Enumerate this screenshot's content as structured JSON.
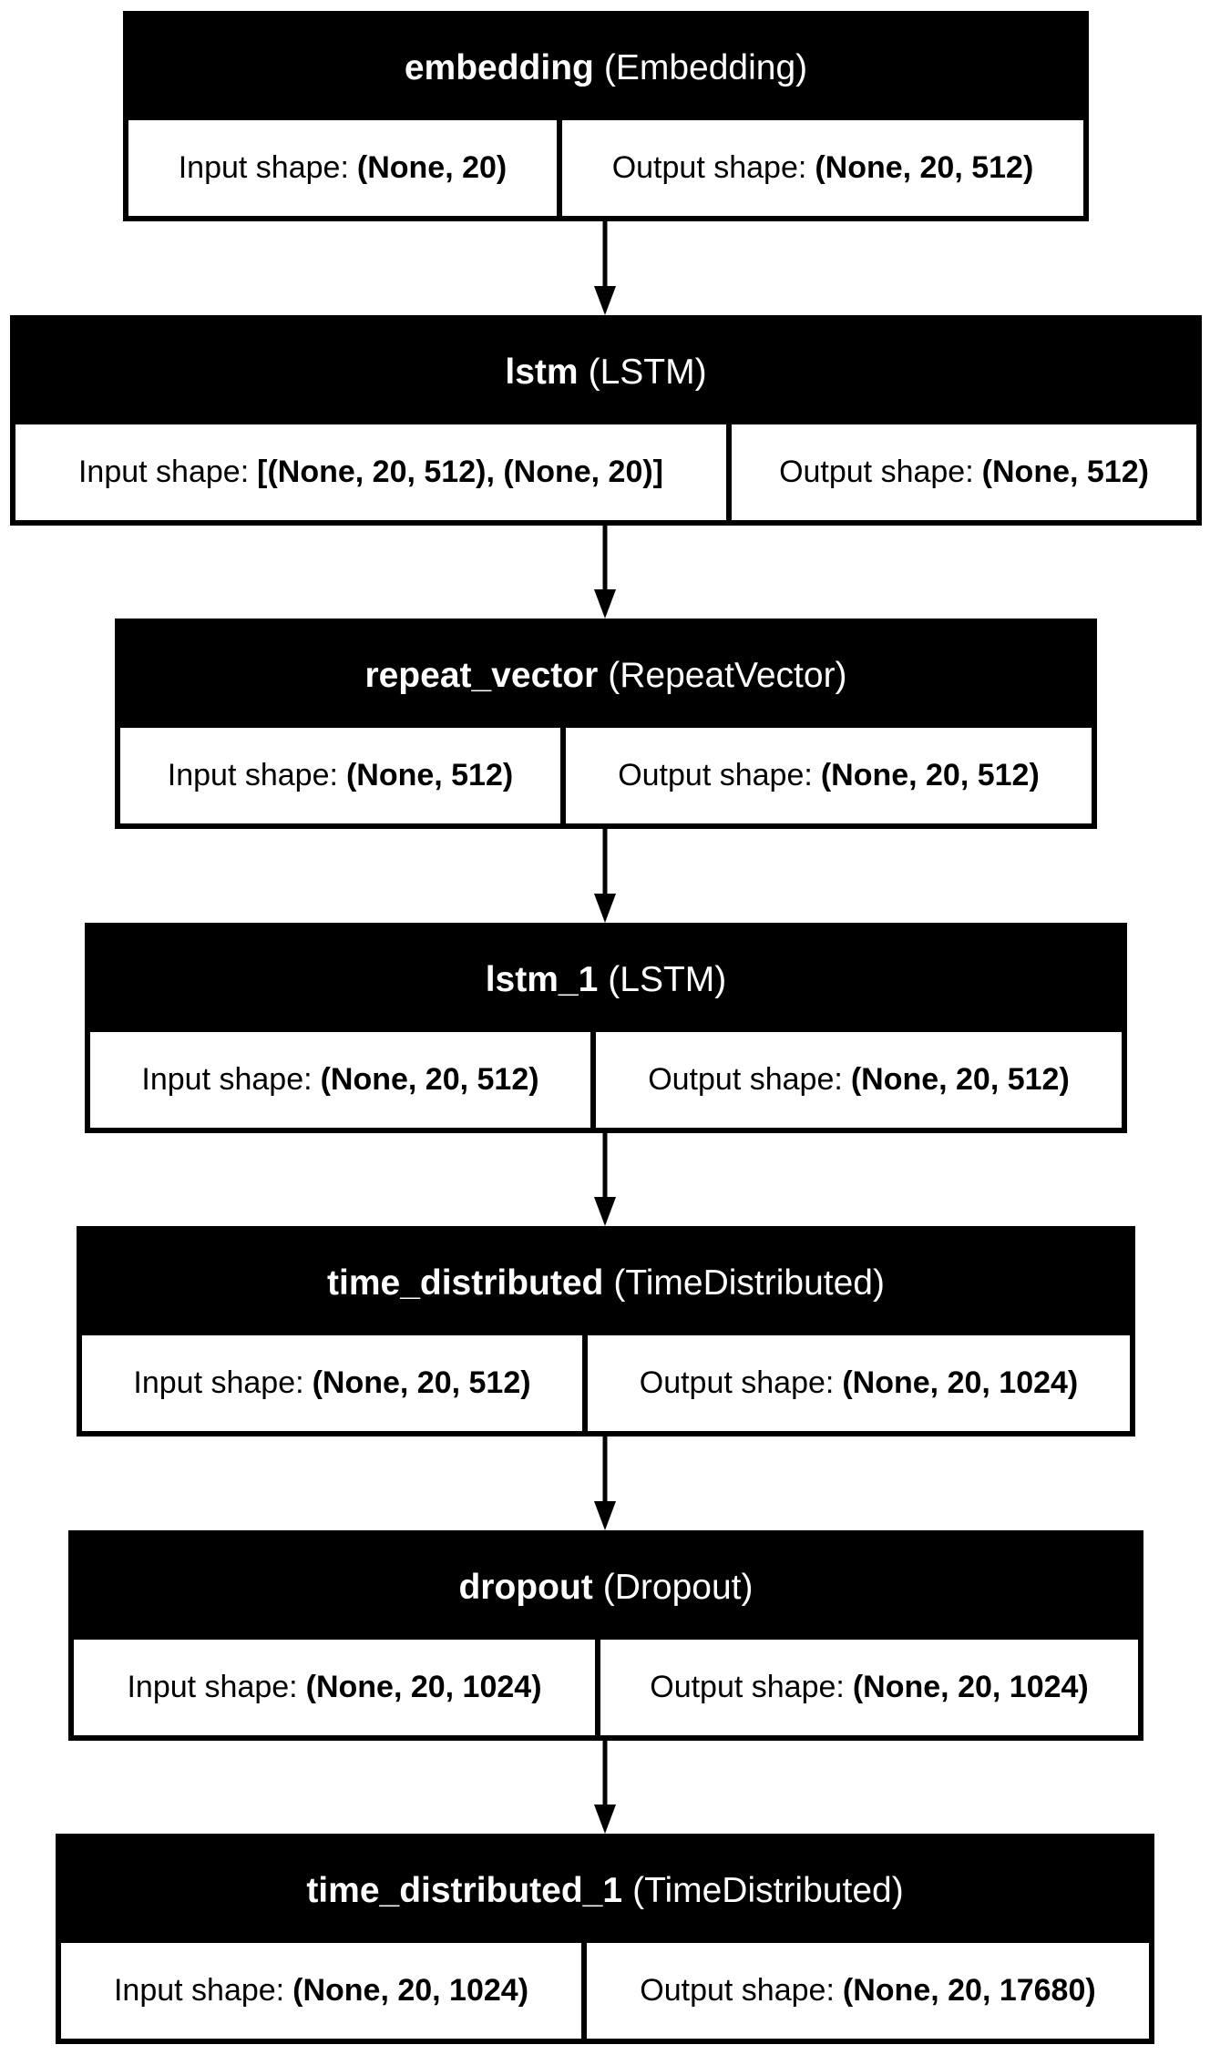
{
  "input_label": "Input shape:",
  "output_label": "Output shape:",
  "layers": [
    {
      "name": "embedding",
      "type": "(Embedding)",
      "input_shape": "(None, 20)",
      "output_shape": "(None, 20, 512)"
    },
    {
      "name": "lstm",
      "type": "(LSTM)",
      "input_shape": "[(None, 20, 512), (None, 20)]",
      "output_shape": "(None, 512)"
    },
    {
      "name": "repeat_vector",
      "type": "(RepeatVector)",
      "input_shape": "(None, 512)",
      "output_shape": "(None, 20, 512)"
    },
    {
      "name": "lstm_1",
      "type": "(LSTM)",
      "input_shape": "(None, 20, 512)",
      "output_shape": "(None, 20, 512)"
    },
    {
      "name": "time_distributed",
      "type": "(TimeDistributed)",
      "input_shape": "(None, 20, 512)",
      "output_shape": "(None, 20, 1024)"
    },
    {
      "name": "dropout",
      "type": "(Dropout)",
      "input_shape": "(None, 20, 1024)",
      "output_shape": "(None, 20, 1024)"
    },
    {
      "name": "time_distributed_1",
      "type": "(TimeDistributed)",
      "input_shape": "(None, 20, 1024)",
      "output_shape": "(None, 20, 17680)"
    }
  ],
  "colors": {
    "header_background": "#000000",
    "header_text": "#ffffff",
    "border": "#000000",
    "body_background": "#ffffff",
    "edge": "#000000"
  }
}
